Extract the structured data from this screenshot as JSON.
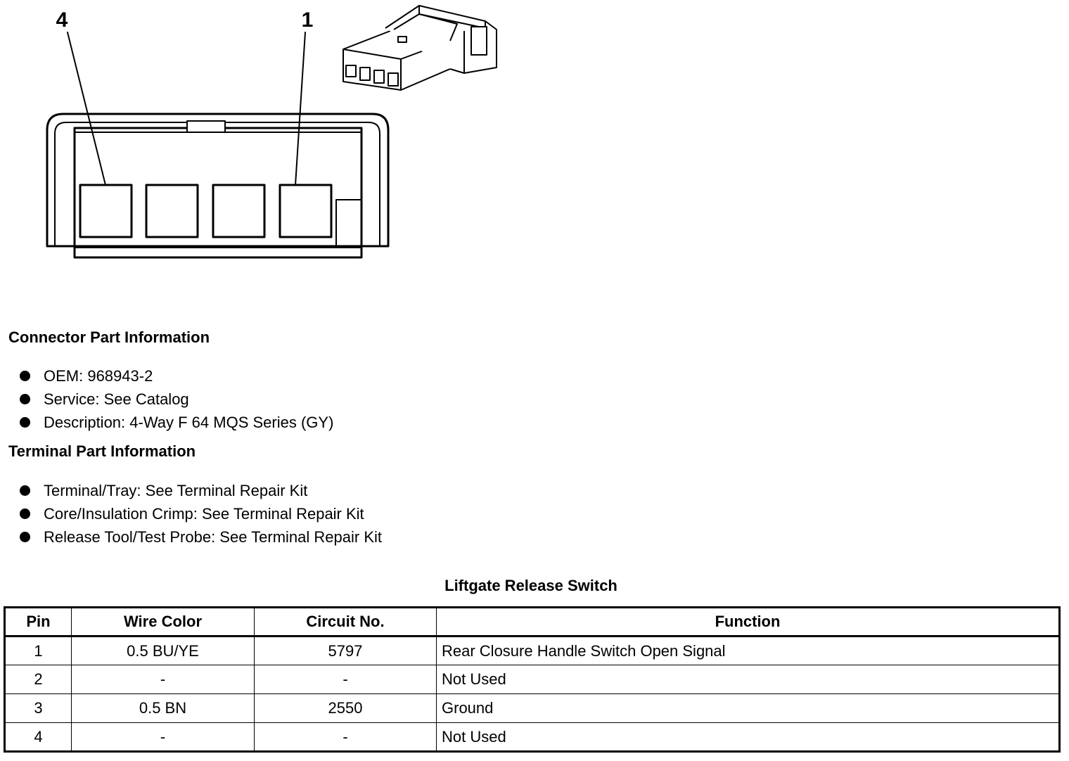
{
  "diagram": {
    "callouts": [
      {
        "label": "4"
      },
      {
        "label": "1"
      }
    ]
  },
  "connector_info": {
    "heading": "Connector Part Information",
    "items": [
      "OEM: 968943-2",
      "Service: See Catalog",
      "Description: 4-Way F 64 MQS Series (GY)"
    ]
  },
  "terminal_info": {
    "heading": "Terminal Part Information",
    "items": [
      "Terminal/Tray: See Terminal Repair Kit",
      "Core/Insulation Crimp: See Terminal Repair Kit",
      "Release Tool/Test Probe: See Terminal Repair Kit"
    ]
  },
  "table": {
    "title": "Liftgate Release Switch",
    "headers": [
      "Pin",
      "Wire Color",
      "Circuit No.",
      "Function"
    ],
    "rows": [
      [
        "1",
        "0.5 BU/YE",
        "5797",
        "Rear Closure Handle Switch Open Signal"
      ],
      [
        "2",
        "-",
        "-",
        "Not Used"
      ],
      [
        "3",
        "0.5 BN",
        "2550",
        "Ground"
      ],
      [
        "4",
        "-",
        "-",
        "Not Used"
      ]
    ]
  }
}
